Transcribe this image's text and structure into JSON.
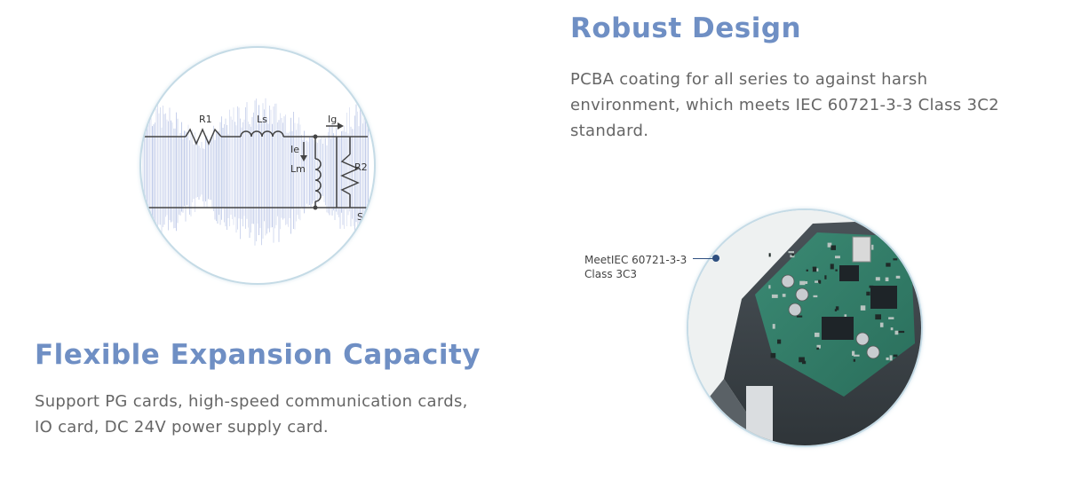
{
  "robust": {
    "title": "Robust Design",
    "description": "PCBA coating for all series to against harsh environment, which meets IEC 60721-3-3 Class 3C2 standard."
  },
  "flexible": {
    "title": "Flexible Expansion Capacity",
    "description": "Support PG cards, high-speed communication cards, IO card, DC 24V power supply card."
  },
  "circuit": {
    "label_r1": "R1",
    "label_ls": "Ls",
    "label_ig": "Ig",
    "label_ie": "Ie",
    "label_lm": "Lm",
    "label_r2": "R2",
    "label_s": "S"
  },
  "callout": {
    "line1": "MeetIEC 60721-3-3",
    "line2": "Class 3C3"
  },
  "colors": {
    "heading": "#6f8fc4",
    "body": "#666666",
    "ring": "#c5dbe6",
    "callout": "#2e4f80"
  }
}
